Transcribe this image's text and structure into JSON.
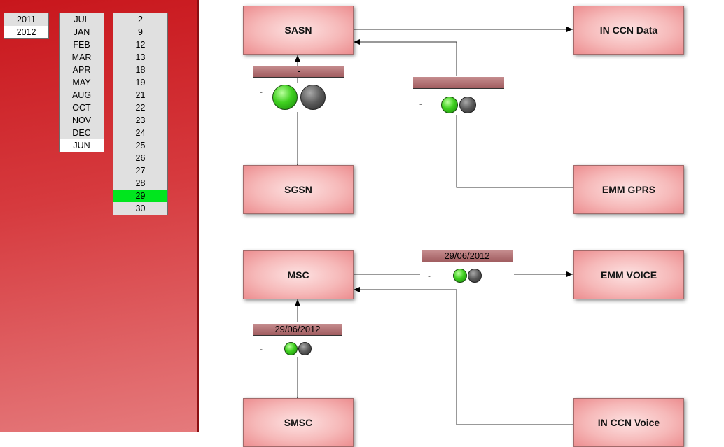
{
  "filters": {
    "years": [
      "2011",
      "2012"
    ],
    "months": [
      "JUL",
      "JAN",
      "FEB",
      "MAR",
      "APR",
      "MAY",
      "AUG",
      "OCT",
      "NOV",
      "DEC",
      "JUN"
    ],
    "days": [
      "2",
      "9",
      "12",
      "13",
      "18",
      "19",
      "21",
      "22",
      "23",
      "24",
      "25",
      "26",
      "27",
      "28",
      "29",
      "30"
    ],
    "selected_day": "29"
  },
  "nodes": {
    "sasn": "SASN",
    "in_ccn_data": "IN CCN Data",
    "sgsn": "SGSN",
    "emm_gprs": "EMM GPRS",
    "msc": "MSC",
    "emm_voice": "EMM VOICE",
    "smsc": "SMSC",
    "in_ccn_voice": "IN CCN Voice"
  },
  "status_panels": {
    "sasn_sgsn": {
      "date": "-",
      "label": "-",
      "leds": [
        "green",
        "gray"
      ]
    },
    "sasn_emm_gprs": {
      "date": "-",
      "label": "-",
      "leds": [
        "green",
        "gray"
      ]
    },
    "msc_emm_voice": {
      "date": "29/06/2012",
      "label": "-",
      "leds": [
        "green",
        "gray"
      ]
    },
    "msc_smsc": {
      "date": "29/06/2012",
      "label": "-",
      "leds": [
        "green",
        "gray"
      ]
    }
  },
  "colors": {
    "sidebar": "#c8161c",
    "selected_day": "#00e61e",
    "led_green": "#3fd01f",
    "led_gray": "#595959"
  }
}
